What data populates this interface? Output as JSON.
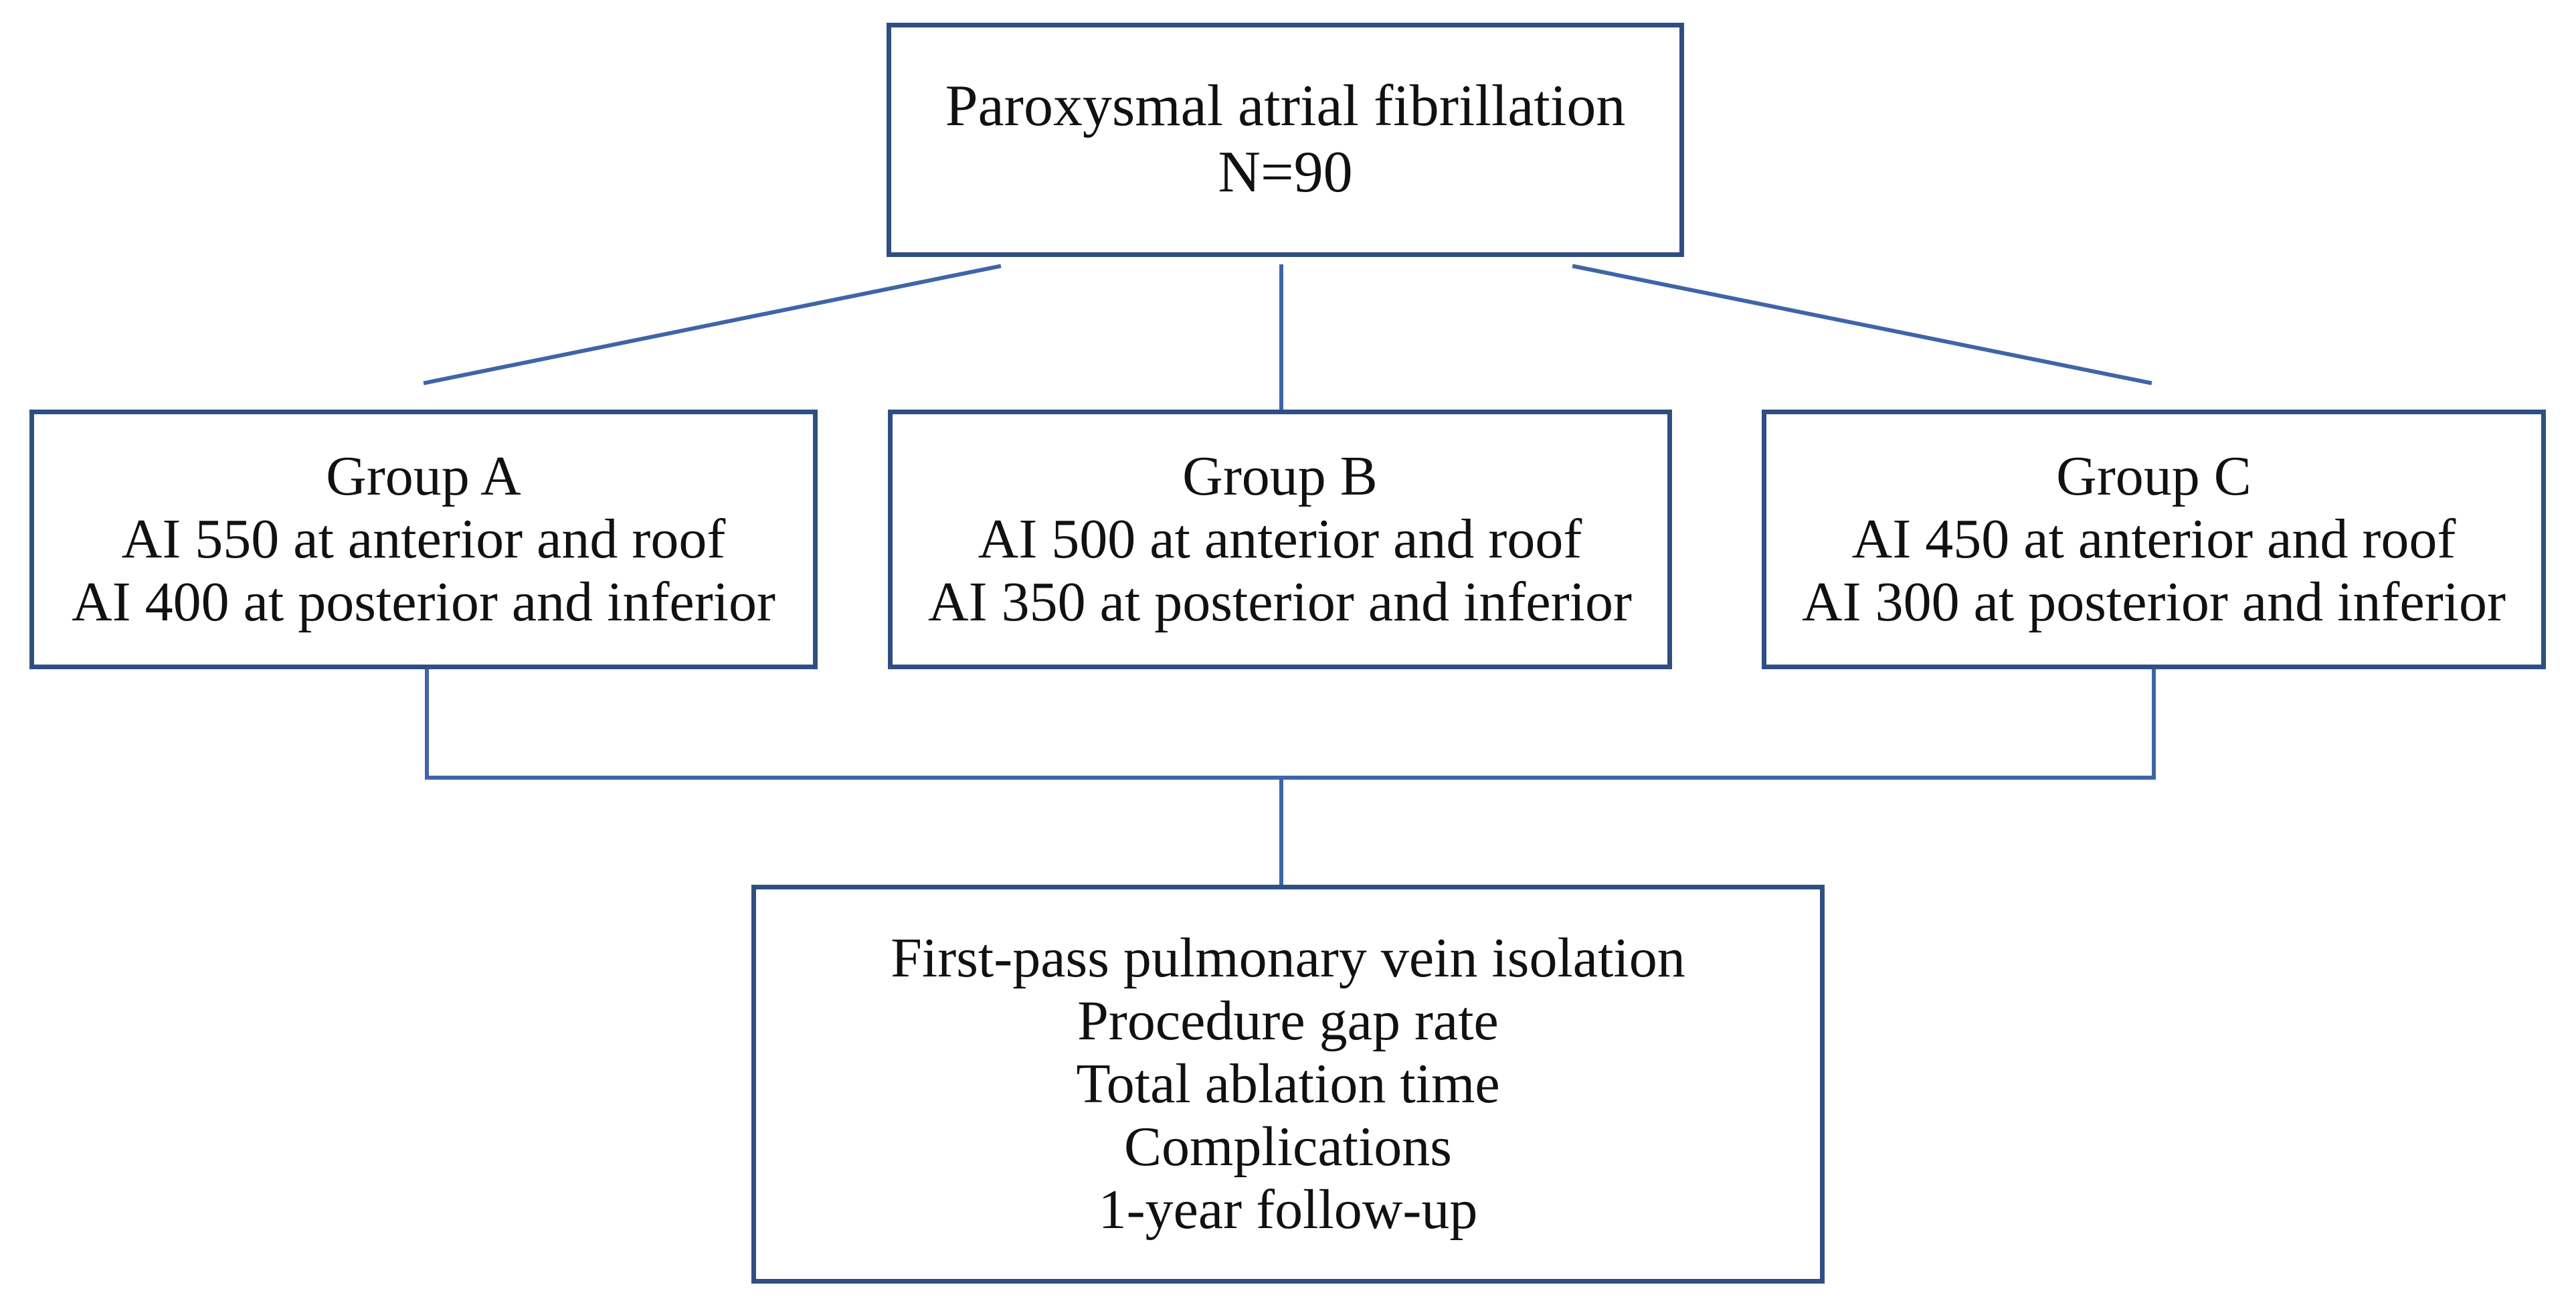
{
  "colors": {
    "box_border": "#2f4f82",
    "connector": "#3f64a8",
    "text": "#111111",
    "background": "#ffffff"
  },
  "diagram": {
    "population": {
      "lines": [
        "Paroxysmal atrial fibrillation",
        "N=90"
      ]
    },
    "groups": [
      {
        "lines": [
          "Group A",
          "AI 550 at anterior and roof",
          "AI 400 at posterior and inferior"
        ]
      },
      {
        "lines": [
          "Group B",
          "AI 500 at anterior and roof",
          "AI 350 at posterior and inferior"
        ]
      },
      {
        "lines": [
          "Group C",
          "AI 450 at anterior and roof",
          "AI 300 at posterior and inferior"
        ]
      }
    ],
    "outcomes": {
      "lines": [
        "First-pass pulmonary vein isolation",
        "Procedure gap rate",
        "Total ablation time",
        "Complications",
        "1-year follow-up"
      ]
    }
  }
}
